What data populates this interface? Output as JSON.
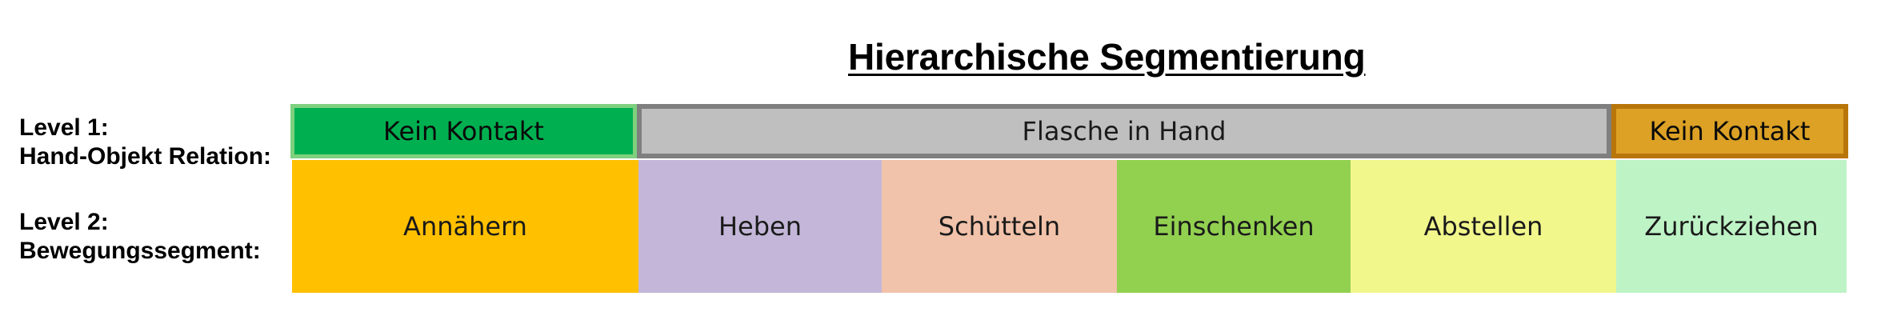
{
  "title": "Hierarchische Segmentierung",
  "labels": {
    "level1_line1": "Level 1:",
    "level1_line2": "Hand-Objekt Relation:",
    "level2_line1": "Level 2:",
    "level2_line2": "Bewegungssegment:"
  },
  "level1": [
    {
      "label": "Kein Kontakt",
      "color": "#00b050"
    },
    {
      "label": "Flasche in Hand",
      "color": "#bfbfbf"
    },
    {
      "label": "Kein Kontakt",
      "color": "#dca125"
    }
  ],
  "level2": [
    {
      "label": "Annähern",
      "color": "#ffc000"
    },
    {
      "label": "Heben",
      "color": "#c3b6d8"
    },
    {
      "label": "Schütteln",
      "color": "#f1c3aa"
    },
    {
      "label": "Einschenken",
      "color": "#92d050"
    },
    {
      "label": "Abstellen",
      "color": "#f2f78c"
    },
    {
      "label": "Zurückziehen",
      "color": "#bef3c6"
    }
  ]
}
